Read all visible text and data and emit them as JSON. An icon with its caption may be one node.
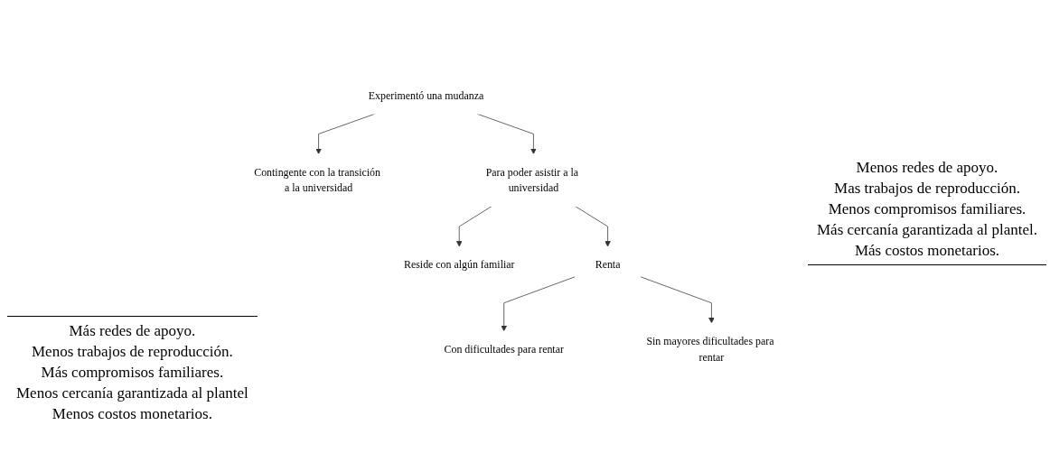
{
  "diagram": {
    "nodes": [
      {
        "text": [
          "Experimentó una mudanza"
        ]
      },
      {
        "text": [
          "Contingente con la transición a la universidad"
        ]
      },
      {
        "text": [
          "Para poder asistir a la universidad"
        ]
      },
      {
        "text": [
          "Reside con algún familiar"
        ]
      },
      {
        "text": [
          "Renta"
        ]
      },
      {
        "text": [
          "Con dificultades para rentar"
        ]
      },
      {
        "text": [
          "Sin mayores dificultades para rentar"
        ]
      }
    ],
    "edges": [
      {
        "from": 0,
        "to": 1,
        "arrow": "to"
      },
      {
        "from": 0,
        "to": 2,
        "arrow": "to"
      },
      {
        "from": 2,
        "to": 3,
        "arrow": "to"
      },
      {
        "from": 2,
        "to": 4,
        "arrow": "to"
      },
      {
        "from": 4,
        "to": 5,
        "arrow": "to"
      },
      {
        "from": 4,
        "to": 6,
        "arrow": "to"
      }
    ],
    "labels": [
      "Menos redes de apoyo.",
      "Mas trabajos de reproducción.",
      "Menos compromisos familiares.",
      "Más cercanía garantizada al plantel.",
      "Más costos monetarios.",
      "Más redes de apoyo.",
      "Menos trabajos de reproducción.",
      "Más compromisos familiares.",
      "Menos cercanía garantizada al plantel",
      "Menos costos monetarios."
    ]
  }
}
